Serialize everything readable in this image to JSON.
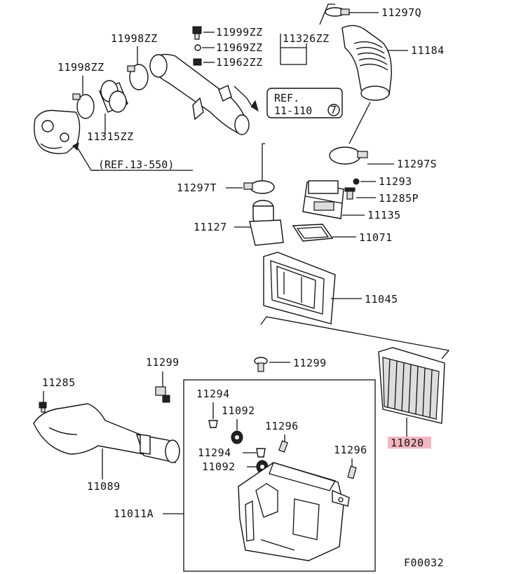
{
  "labels": {
    "p11297Q": "11297Q",
    "p11184": "11184",
    "p11326ZZ": "11326ZZ",
    "p11999ZZ": "11999ZZ",
    "p11969ZZ": "11969ZZ",
    "p11962ZZ": "11962ZZ",
    "p11998ZZ_top": "11998ZZ",
    "p11998ZZ_left": "11998ZZ",
    "p11315ZZ": "11315ZZ",
    "ref_13_550": "(REF.13-550)",
    "ref_11_110_line1": "REF.",
    "ref_11_110_line2": "11-110",
    "ref_11_110_circle": "7",
    "p11297S": "11297S",
    "p11297T": "11297T",
    "p11293": "11293",
    "p11285P": "11285P",
    "p11135": "11135",
    "p11127": "11127",
    "p11071": "11071",
    "p11045": "11045",
    "p11299_left": "11299",
    "p11299_right": "11299",
    "p11285": "11285",
    "p11294_top": "11294",
    "p11092_top": "11092",
    "p11296_mid": "11296",
    "p11296_right": "11296",
    "p11294_bottom": "11294",
    "p11092_bottom": "11092",
    "p11089": "11089",
    "p11011A": "11011A",
    "p11020": "11020",
    "figure_code": "F00032"
  },
  "colors": {
    "line": "#111111",
    "highlight": "#f4b6c0",
    "background": "#ffffff"
  }
}
